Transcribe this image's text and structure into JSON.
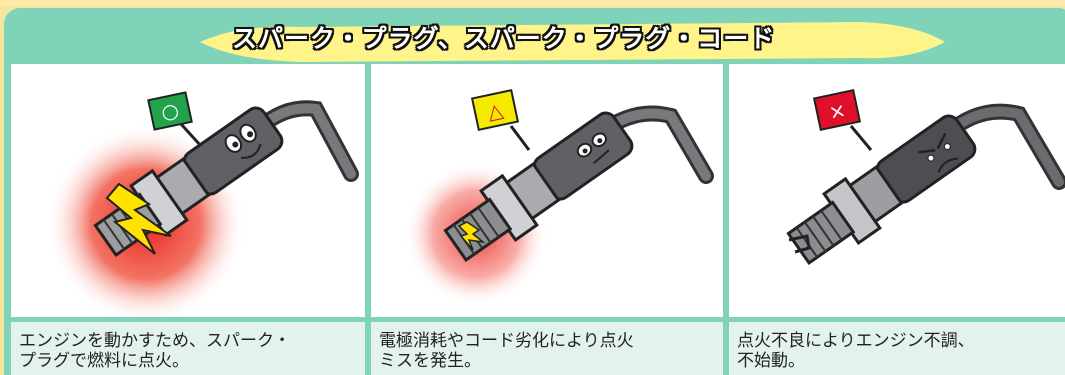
{
  "panel": {
    "title": "スパーク・プラグ、スパーク・プラグ・コード",
    "colors": {
      "frame": "#7fd3b8",
      "page_bg": "#f6e7a0",
      "title_ribbon": "#fff48a",
      "cell_bg": "#ffffff",
      "caption_bg": "#e3f2ea",
      "good_flag": "#22a34a",
      "warn_flag": "#f4ea00",
      "bad_flag": "#e0102a",
      "spark_glow": "#e8231f",
      "plug_metal": "#8a8c90",
      "plug_body": "#5f6166"
    },
    "cards": [
      {
        "status": "good",
        "flag_symbol": "○",
        "caption": "エンジンを動かすため、スパーク・\nプラグで燃料に点火。"
      },
      {
        "status": "warn",
        "flag_symbol": "△",
        "caption": "電極消耗やコード劣化により点火\nミスを発生。"
      },
      {
        "status": "bad",
        "flag_symbol": "×",
        "caption": "点火不良によりエンジン不調、\n不始動。"
      }
    ]
  }
}
